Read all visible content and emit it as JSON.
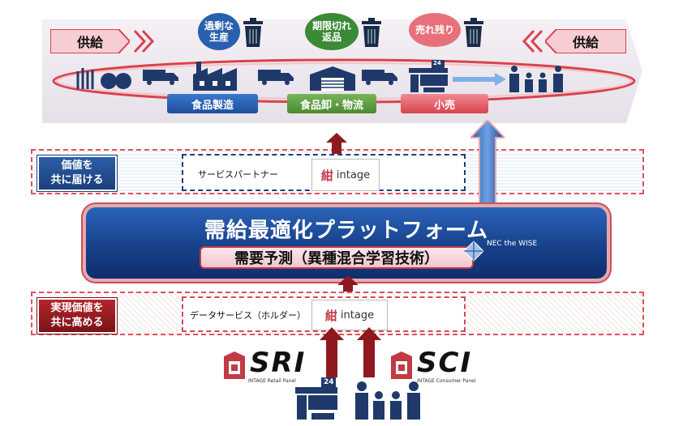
{
  "supply": {
    "left": "供給",
    "right": "供給"
  },
  "bubbles": [
    {
      "text": "過剰な\n生産",
      "color": "#2a5fb0"
    },
    {
      "text": "期限切れ\n返品",
      "color": "#3b8a35"
    },
    {
      "text": "売れ残り",
      "color": "#d9434d"
    }
  ],
  "stages": [
    {
      "label": "食品製造",
      "color": "#2a62b5"
    },
    {
      "label": "食品卸・物流",
      "color": "#5b9a3e"
    },
    {
      "label": "小売",
      "color": "#d9434d"
    }
  ],
  "store_number": "24",
  "partner": {
    "band_label": "価値を\n共に届ける",
    "box_label": "サービスパートナー",
    "logo_text": "intage"
  },
  "platform": {
    "title": "需給最適化プラットフォーム",
    "subtitle": "需要予測（異種混合学習技術）",
    "brand": "NEC the WISE"
  },
  "data_service": {
    "band_label": "実現価値を\n共に高める",
    "box_label": "データサービス（ホルダー）",
    "logo_text": "intage"
  },
  "panels": [
    {
      "name": "SRI",
      "sub": "INTAGE Retail Panel"
    },
    {
      "name": "SCI",
      "sub": "INTAGE Consumer Panel"
    }
  ],
  "colors": {
    "navy": "#1c3f7a",
    "red": "#c23a44",
    "lightred": "#f3c4c9"
  }
}
